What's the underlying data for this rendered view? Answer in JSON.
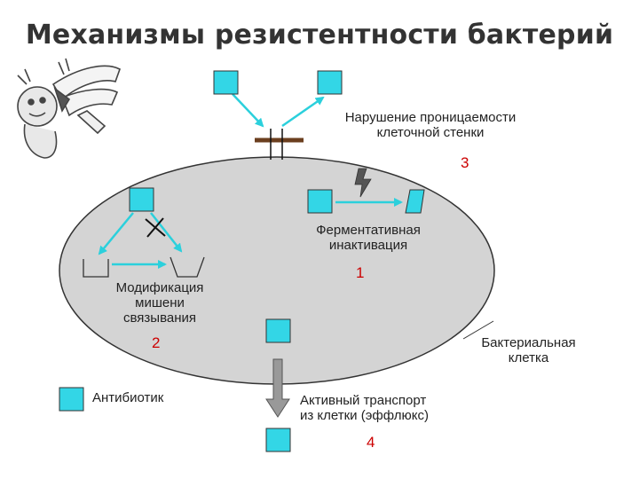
{
  "title": "Механизмы резистентности бактерий",
  "labels": {
    "permeability_line1": "Нарушение проницаемости",
    "permeability_line2": "клеточной стенки",
    "enzymatic_line1": "Ферментативная",
    "enzymatic_line2": "инактивация",
    "target_line1": "Модификация",
    "target_line2": "мишени",
    "target_line3": "связывания",
    "cell_line1": "Бактериальная",
    "cell_line2": "клетка",
    "legend_antibiotic": "Антибиотик",
    "efflux_line1": "Активный транспорт",
    "efflux_line2": "из клетки (эффлюкс)"
  },
  "numbers": {
    "n1": "1",
    "n2": "2",
    "n3": "3",
    "n4": "4"
  },
  "colors": {
    "antibiotic_fill": "#33d6e6",
    "arrow": "#2bd0dc",
    "cell_fill": "#d4d4d4",
    "marker_red": "#cc0000",
    "wall_bar": "#6b3f1f"
  },
  "icons": {
    "corner": "cartoon-character-icon",
    "enzyme": "lightning-icon"
  }
}
